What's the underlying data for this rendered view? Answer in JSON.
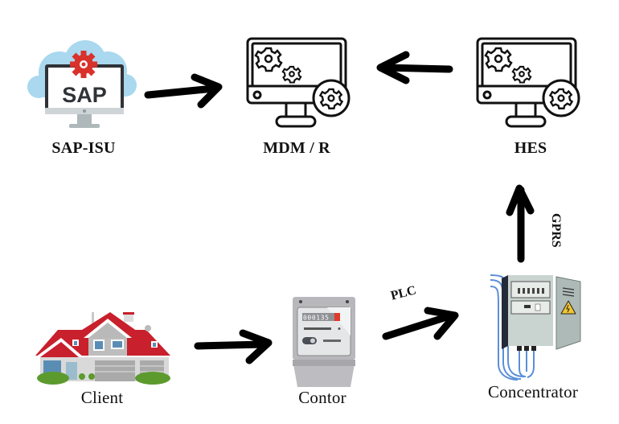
{
  "nodes": {
    "sap": {
      "label": "SAP-ISU",
      "screen_text": "SAP",
      "icon": "sap-cloud-monitor-icon"
    },
    "mdm": {
      "label": "MDM / R",
      "icon": "monitor-gears-icon"
    },
    "hes": {
      "label": "HES",
      "icon": "monitor-gears-icon"
    },
    "client": {
      "label": "Client",
      "icon": "house-icon"
    },
    "contor": {
      "label": "Contor",
      "reading": "000135",
      "icon": "electric-meter-icon"
    },
    "concentrator": {
      "label": "Concentrator",
      "icon": "electrical-cabinet-icon"
    }
  },
  "edges": [
    {
      "from": "SAP-ISU",
      "to": "MDM / R",
      "label": ""
    },
    {
      "from": "HES",
      "to": "MDM / R",
      "label": ""
    },
    {
      "from": "Concentrator",
      "to": "HES",
      "label": "GPRS"
    },
    {
      "from": "Client",
      "to": "Contor",
      "label": ""
    },
    {
      "from": "Contor",
      "to": "Concentrator",
      "label": "PLC"
    }
  ],
  "colors": {
    "cloud": "#a9d8ef",
    "sap_gear": "#d9312b",
    "roof": "#c8202c",
    "ink": "#111111",
    "cabinet": "#c9d3cf",
    "wire": "#5b8fd8"
  }
}
